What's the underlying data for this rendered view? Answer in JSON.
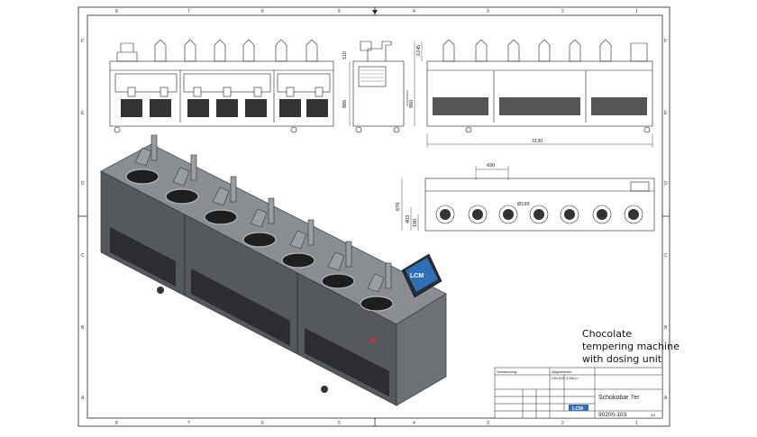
{
  "drawing": {
    "description_lines": [
      "Chocolate",
      "tempering machine",
      "with dosing unit"
    ],
    "dimensions": {
      "front_total_height": "1245",
      "body_height": "960",
      "side_height": "886",
      "side_top": "110",
      "length": "3130",
      "pitch": "430",
      "depth": "676",
      "bowl_offset": "403",
      "bowl_inset": "190",
      "bowl_diameter": "Ø199"
    },
    "frame_columns": [
      "8",
      "7",
      "6",
      "5",
      "4",
      "3",
      "2",
      "1"
    ],
    "frame_rows": [
      "F",
      "E",
      "D",
      "C",
      "B",
      "A"
    ],
    "logo_text": "LCM",
    "title_block": {
      "header_left": "Verwendung",
      "tolerance": "Allgemeintol.",
      "standard": "DIN ISO 2768-m",
      "name": "Schokobar 7er",
      "number": "90200-103",
      "sheet_size": "A3"
    },
    "colors": {
      "line": "#222222",
      "machine_dark": "#4a4d52",
      "machine_mid": "#7b7e83",
      "machine_light": "#b7b9bc",
      "screen": "#2f6fb8"
    }
  }
}
